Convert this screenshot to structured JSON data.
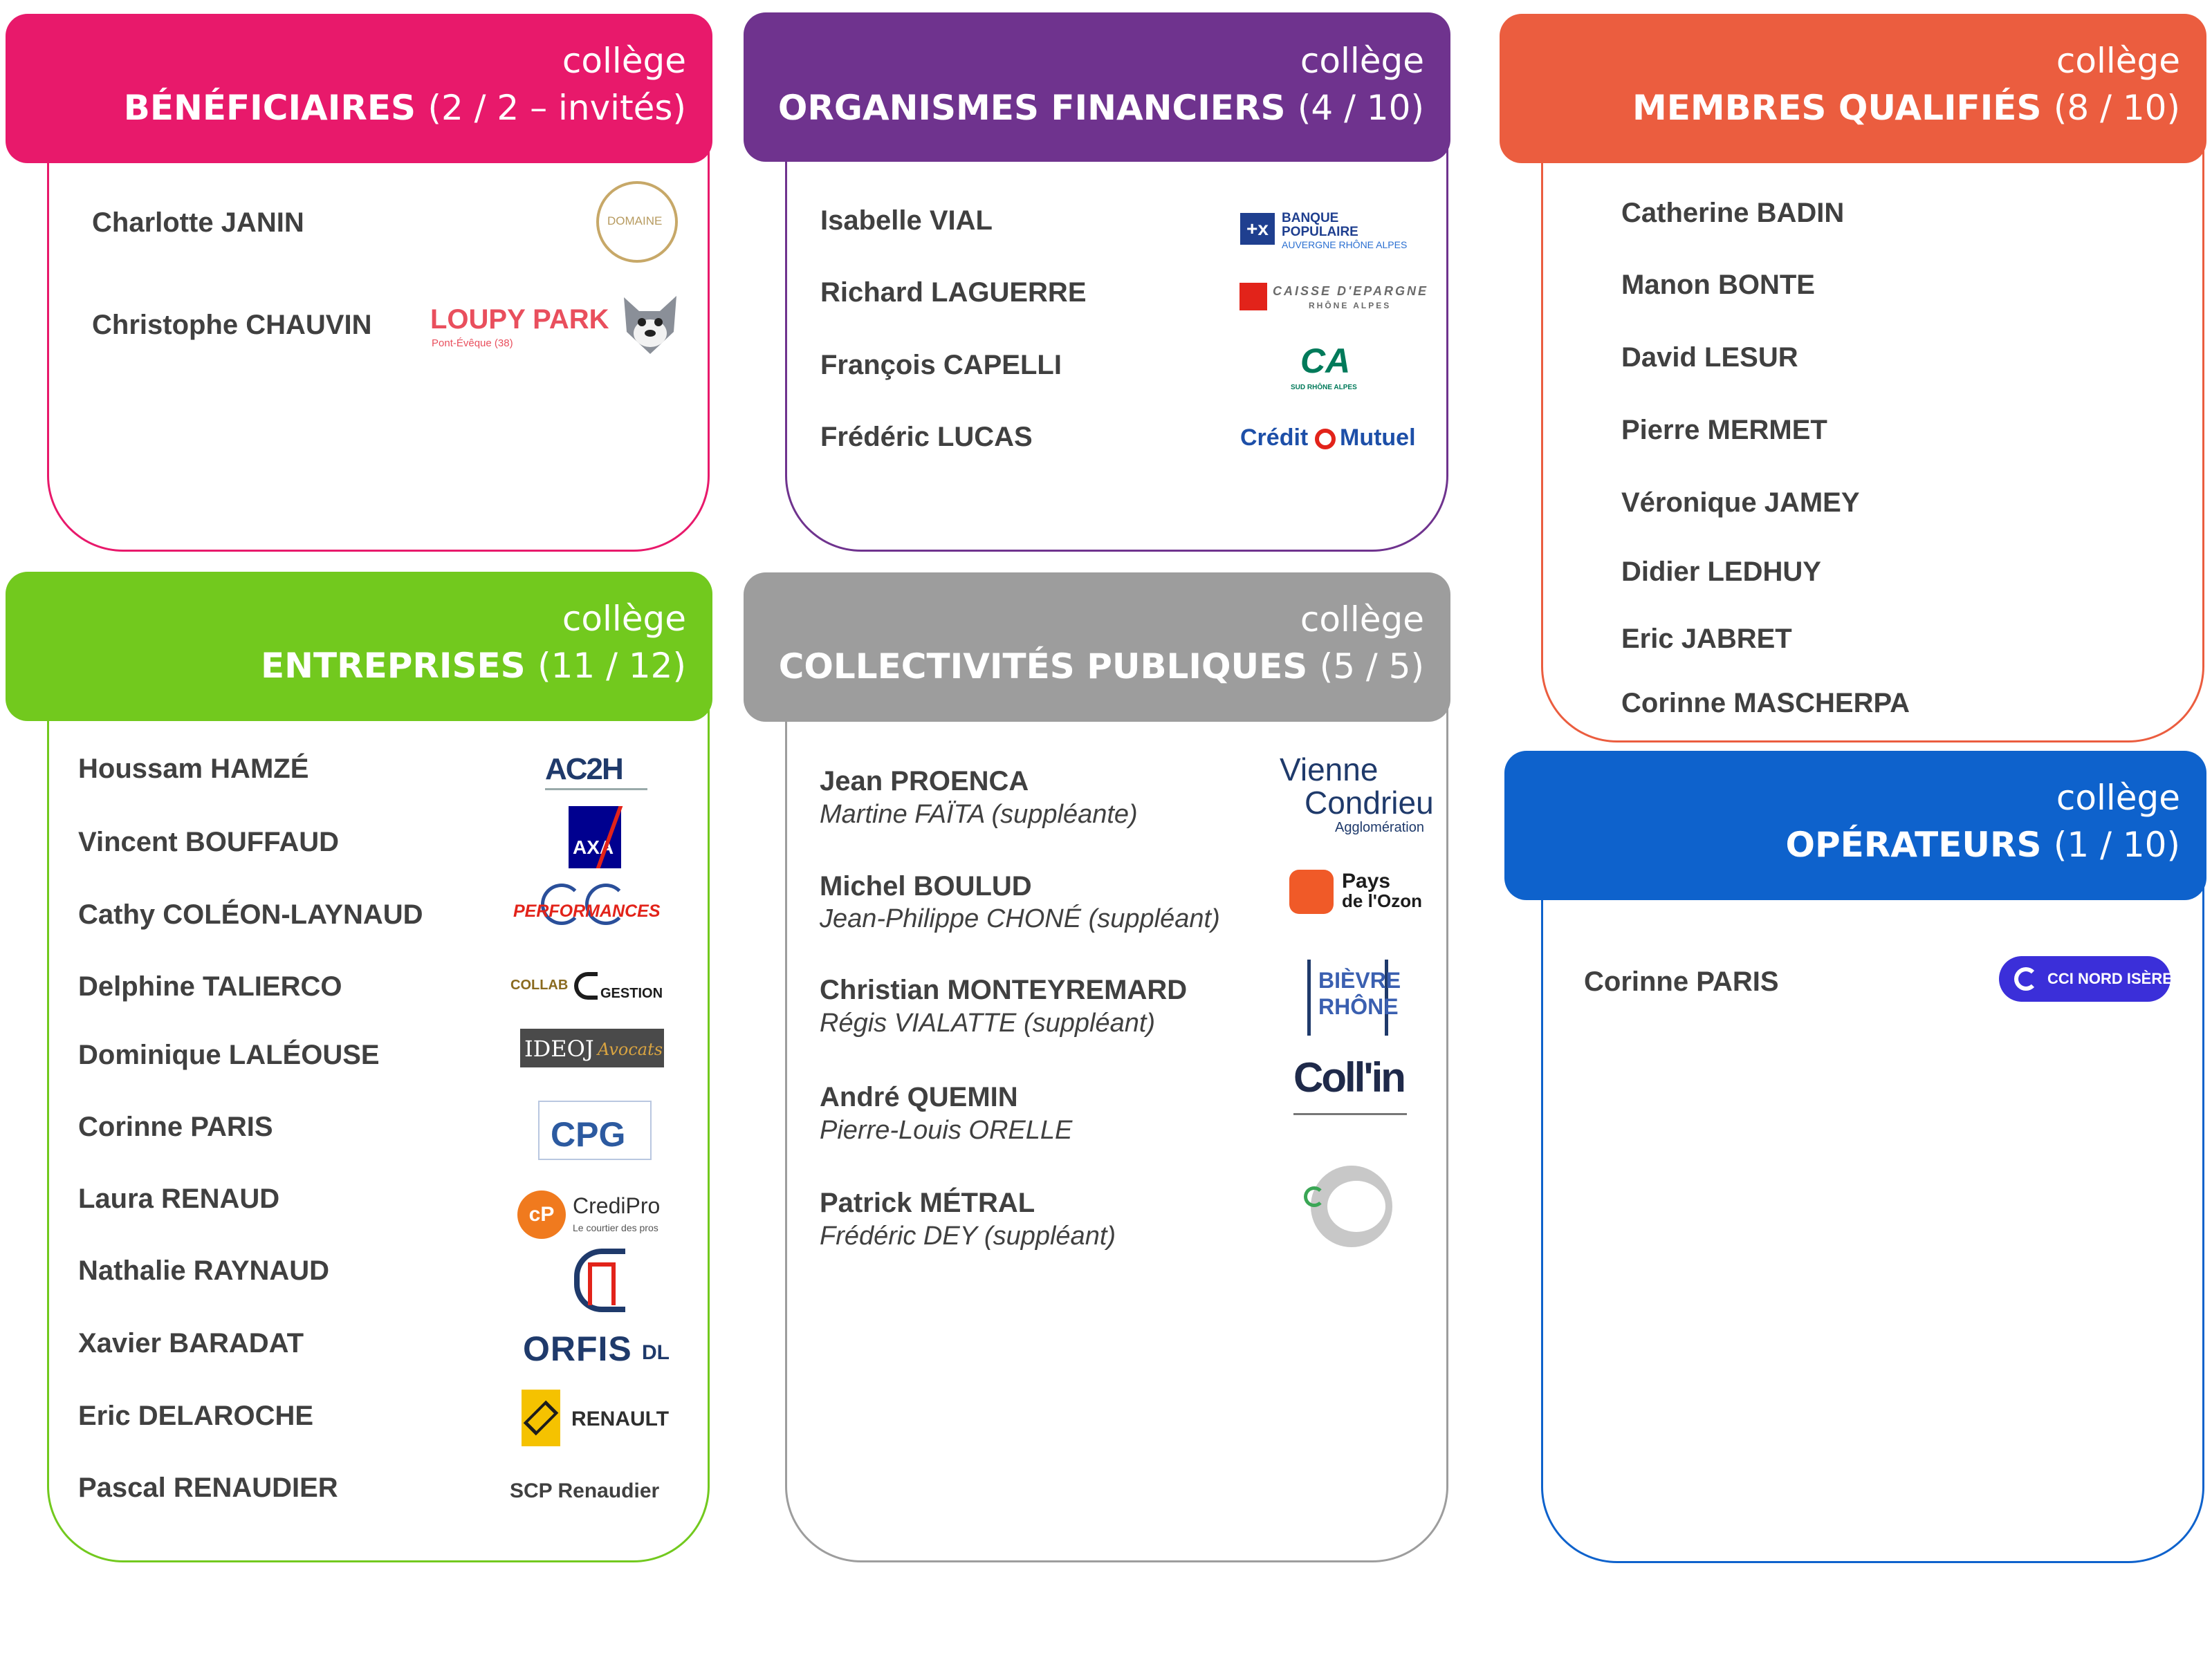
{
  "colleges": {
    "beneficiaires": {
      "prefix": "collège",
      "title": "BÉNÉFICIAIRES",
      "count": "(2 / 2 – invités)",
      "color": "#e8196b",
      "members": [
        {
          "name": "Charlotte JANIN",
          "logo": "domaine-kema-logo",
          "logo_text": "DOMAINE"
        },
        {
          "name": "Christophe CHAUVIN",
          "logo": "loupy-park-logo",
          "logo_text": "LOUPY PARK",
          "logo_sub": "Pont-Évêque (38)"
        }
      ]
    },
    "financiers": {
      "prefix": "collège",
      "title": "ORGANISMES FINANCIERS",
      "count": "(4 / 10)",
      "color": "#6f338e",
      "members": [
        {
          "name": "Isabelle VIAL",
          "logo": "banque-populaire-logo",
          "logo_text": "BANQUE POPULAIRE",
          "logo_sub": "AUVERGNE RHÔNE ALPES"
        },
        {
          "name": "Richard LAGUERRE",
          "logo": "caisse-epargne-logo",
          "logo_text": "CAISSE D'EPARGNE",
          "logo_sub": "RHÔNE ALPES"
        },
        {
          "name": "François CAPELLI",
          "logo": "credit-agricole-logo",
          "logo_text": "CA",
          "logo_sub": "SUD RHÔNE ALPES"
        },
        {
          "name": "Frédéric LUCAS",
          "logo": "credit-mutuel-logo",
          "logo_text": "Crédit",
          "logo_sub": "Mutuel"
        }
      ]
    },
    "qualifies": {
      "prefix": "collège",
      "title": "MEMBRES QUALIFIÉS",
      "count": "(8 / 10)",
      "color": "#eb5d3f",
      "members": [
        {
          "name": "Catherine BADIN"
        },
        {
          "name": "Manon BONTE"
        },
        {
          "name": "David LESUR"
        },
        {
          "name": "Pierre MERMET"
        },
        {
          "name": "Véronique JAMEY"
        },
        {
          "name": "Didier LEDHUY"
        },
        {
          "name": "Eric JABRET"
        },
        {
          "name": "Corinne MASCHERPA"
        }
      ]
    },
    "entreprises": {
      "prefix": "collège",
      "title": "ENTREPRISES",
      "count": "(11 / 12)",
      "color": "#72c91e",
      "members": [
        {
          "name": "Houssam HAMZÉ",
          "logo": "ac2h-logo",
          "logo_text": "AC2H"
        },
        {
          "name": "Vincent BOUFFAUD",
          "logo": "axa-logo",
          "logo_text": "AXA"
        },
        {
          "name": "Cathy COLÉON-LAYNAUD",
          "logo": "ccl-performances-logo",
          "logo_text": "PERFORMANCES"
        },
        {
          "name": "Delphine TALIERCO",
          "logo": "collab-gestion-logo",
          "logo_text": "COLLAB",
          "logo_sub": "GESTION"
        },
        {
          "name": "Dominique LALÉOUSE",
          "logo": "ideoj-avocats-logo",
          "logo_text": "IDEOJ",
          "logo_sub": "Avocats"
        },
        {
          "name": "Corinne PARIS",
          "logo": "cpg-logo",
          "logo_text": "CPG"
        },
        {
          "name": "Laura RENAUD",
          "logo": "credipro-logo",
          "logo_text": "CrediPro",
          "logo_sub": "Le courtier des pros"
        },
        {
          "name": "Nathalie RAYNAUD",
          "logo": "ca-monogram-logo",
          "logo_text": "CA"
        },
        {
          "name": "Xavier BARADAT",
          "logo": "orfis-logo",
          "logo_text": "ORFIS",
          "logo_sub": "DL"
        },
        {
          "name": "Eric DELAROCHE",
          "logo": "renault-logo",
          "logo_text": "RENAULT"
        },
        {
          "name": "Pascal RENAUDIER",
          "logo": "scp-renaudier-text",
          "logo_text": "SCP Renaudier"
        }
      ]
    },
    "collectivites": {
      "prefix": "collège",
      "title": "COLLECTIVITÉS PUBLIQUES",
      "count": "(5 / 5)",
      "color": "#9d9d9d",
      "members": [
        {
          "name": "Jean PROENCA",
          "sub": "Martine FAÏTA (suppléante)",
          "logo": "vienne-condrieu-logo",
          "logo_text": "Vienne",
          "logo_text2": "Condrieu",
          "logo_sub": "Agglomération"
        },
        {
          "name": "Michel BOULUD",
          "sub": "Jean-Philippe CHONÉ (suppléant)",
          "logo": "pays-ozon-logo",
          "logo_text": "Pays",
          "logo_text2": "de l'Ozon"
        },
        {
          "name": "Christian MONTEYREMARD",
          "sub": "Régis VIALATTE (suppléant)",
          "logo": "bievre-rhone-logo",
          "logo_text": "BIÈVRE",
          "logo_text2": "RHÔNE"
        },
        {
          "name": "André QUEMIN",
          "sub": "Pierre-Louis ORELLE",
          "logo": "collin-logo",
          "logo_text": "Coll'in"
        },
        {
          "name": "Patrick MÉTRAL",
          "sub": "Frédéric DEY (suppléant)",
          "logo": "communaute-communes-logo"
        }
      ]
    },
    "operateurs": {
      "prefix": "collège",
      "title": "OPÉRATEURS",
      "count": "(1 / 10)",
      "color": "#0e62cc",
      "members": [
        {
          "name": "Corinne PARIS",
          "logo": "cci-nord-isere-logo",
          "logo_text": "CCI NORD ISÈRE"
        }
      ]
    }
  }
}
